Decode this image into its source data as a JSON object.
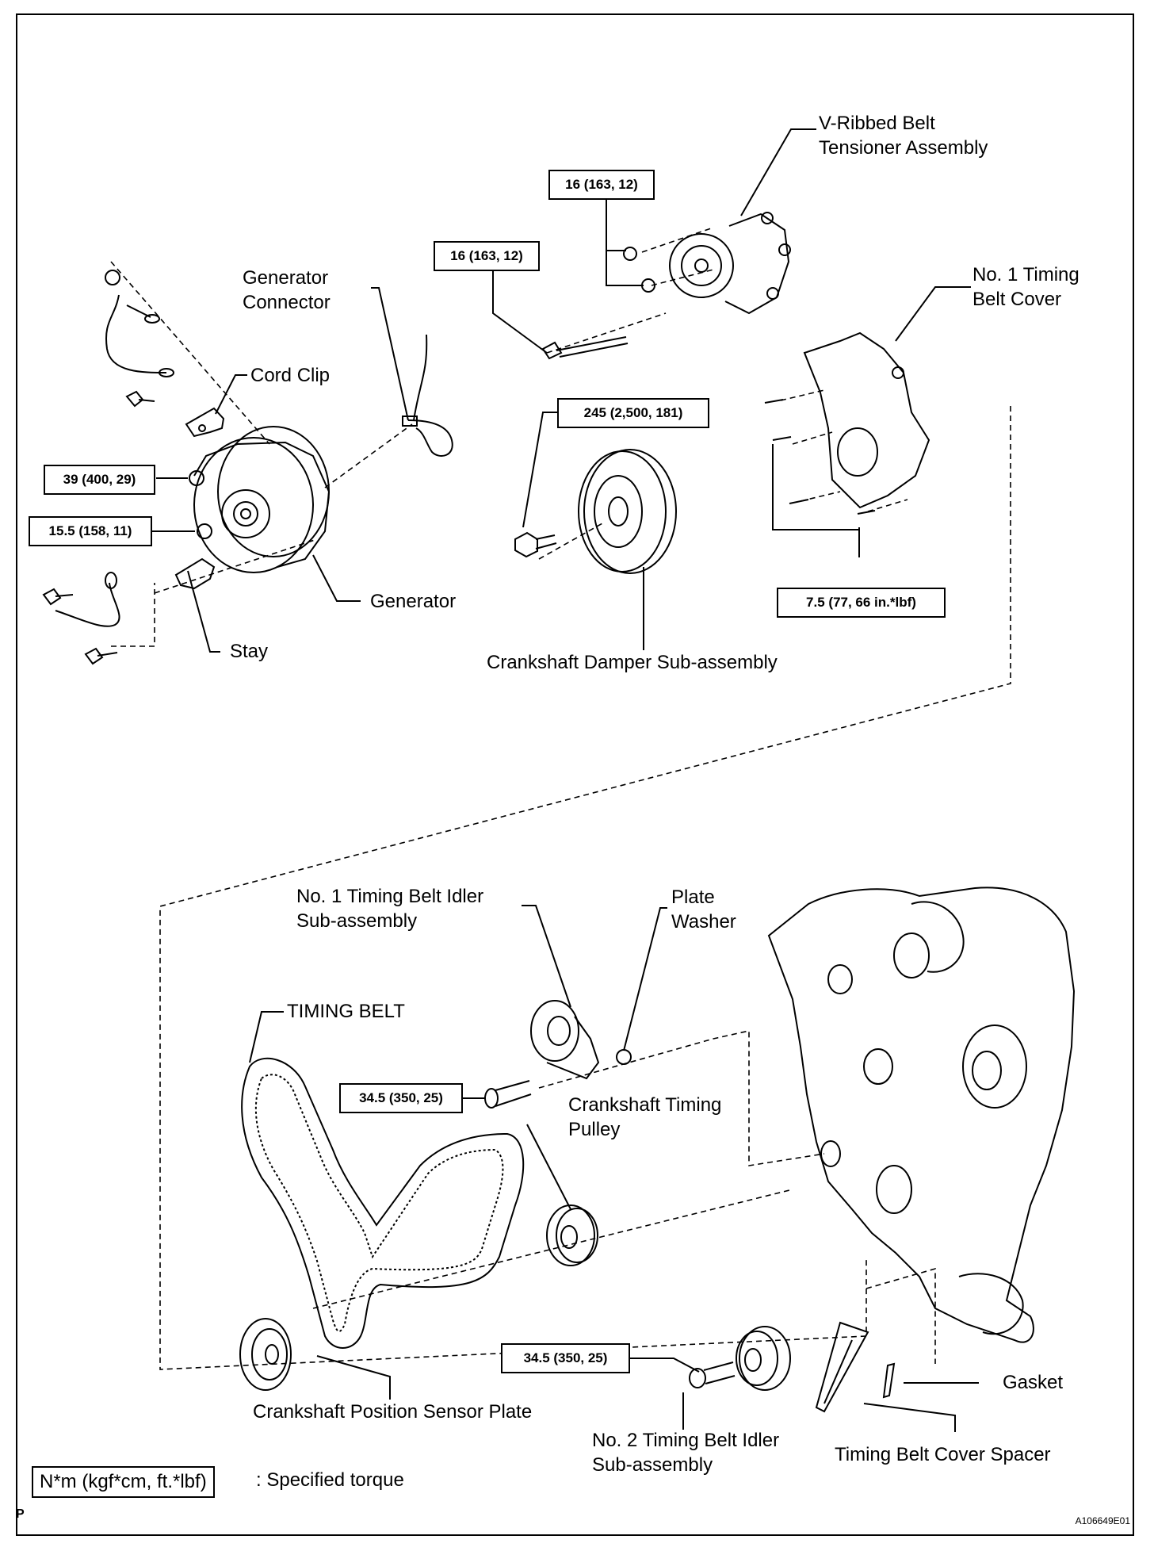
{
  "labels": {
    "v_ribbed_belt": "V-Ribbed Belt",
    "tensioner_assembly": "Tensioner Assembly",
    "generator": "Generator",
    "connector": "Connector",
    "no1_timing": "No. 1 Timing",
    "belt_cover": "Belt Cover",
    "cord_clip": "Cord Clip",
    "generator_part": "Generator",
    "stay": "Stay",
    "crankshaft_damper": "Crankshaft Damper Sub-assembly",
    "no1_idler_line1": "No. 1 Timing Belt Idler",
    "no1_idler_line2": "Sub-assembly",
    "plate": "Plate",
    "washer": "Washer",
    "timing_belt": "TIMING BELT",
    "crank_timing_line1": "Crankshaft Timing",
    "crank_timing_line2": "Pulley",
    "gasket": "Gasket",
    "crank_position_plate": "Crankshaft Position Sensor Plate",
    "no2_idler_line1": "No. 2 Timing Belt Idler",
    "no2_idler_line2": "Sub-assembly",
    "timing_belt_cover_spacer": "Timing Belt Cover Spacer"
  },
  "torques": {
    "t16_a": "16 (163, 12)",
    "t16_b": "16 (163, 12)",
    "t245": "245 (2,500, 181)",
    "t39": "39 (400, 29)",
    "t15_5": "15.5 (158, 11)",
    "t7_5": "7.5 (77, 66 in.*lbf)",
    "t34_5_a": "34.5 (350, 25)",
    "t34_5_b": "34.5 (350, 25)"
  },
  "legend": {
    "unit": "N*m (kgf*cm, ft.*lbf)",
    "text": ": Specified torque"
  },
  "corner": {
    "page_letter": "P",
    "figure_id": "A106649E01"
  }
}
